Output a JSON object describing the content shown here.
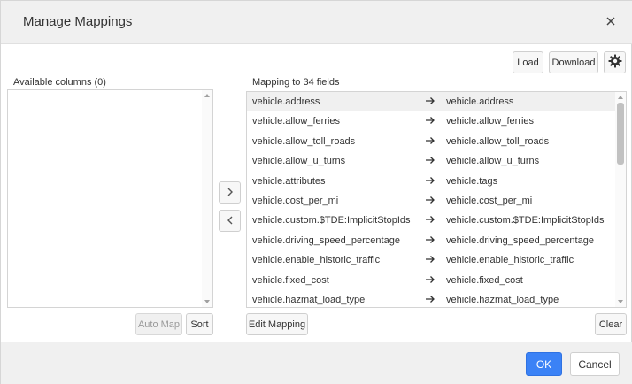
{
  "dialog": {
    "title": "Manage Mappings"
  },
  "toolbar": {
    "load_label": "Load",
    "download_label": "Download",
    "settings_icon": "gear-icon"
  },
  "available": {
    "label": "Available columns (0)",
    "auto_map_label": "Auto Map",
    "sort_label": "Sort"
  },
  "mapping": {
    "label": "Mapping to 34 fields",
    "edit_label": "Edit Mapping",
    "clear_label": "Clear",
    "rows": [
      {
        "src": "vehicle.address",
        "dst": "vehicle.address"
      },
      {
        "src": "vehicle.allow_ferries",
        "dst": "vehicle.allow_ferries"
      },
      {
        "src": "vehicle.allow_toll_roads",
        "dst": "vehicle.allow_toll_roads"
      },
      {
        "src": "vehicle.allow_u_turns",
        "dst": "vehicle.allow_u_turns"
      },
      {
        "src": "vehicle.attributes",
        "dst": "vehicle.tags"
      },
      {
        "src": "vehicle.cost_per_mi",
        "dst": "vehicle.cost_per_mi"
      },
      {
        "src": "vehicle.custom.$TDE:ImplicitStopIds",
        "dst": "vehicle.custom.$TDE:ImplicitStopIds"
      },
      {
        "src": "vehicle.driving_speed_percentage",
        "dst": "vehicle.driving_speed_percentage"
      },
      {
        "src": "vehicle.enable_historic_traffic",
        "dst": "vehicle.enable_historic_traffic"
      },
      {
        "src": "vehicle.fixed_cost",
        "dst": "vehicle.fixed_cost"
      },
      {
        "src": "vehicle.hazmat_load_type",
        "dst": "vehicle.hazmat_load_type"
      }
    ]
  },
  "footer": {
    "ok_label": "OK",
    "cancel_label": "Cancel"
  },
  "colors": {
    "primary": "#3b82f6",
    "header_bg": "#f0f0f0",
    "selected_row": "#f0f0f0"
  }
}
